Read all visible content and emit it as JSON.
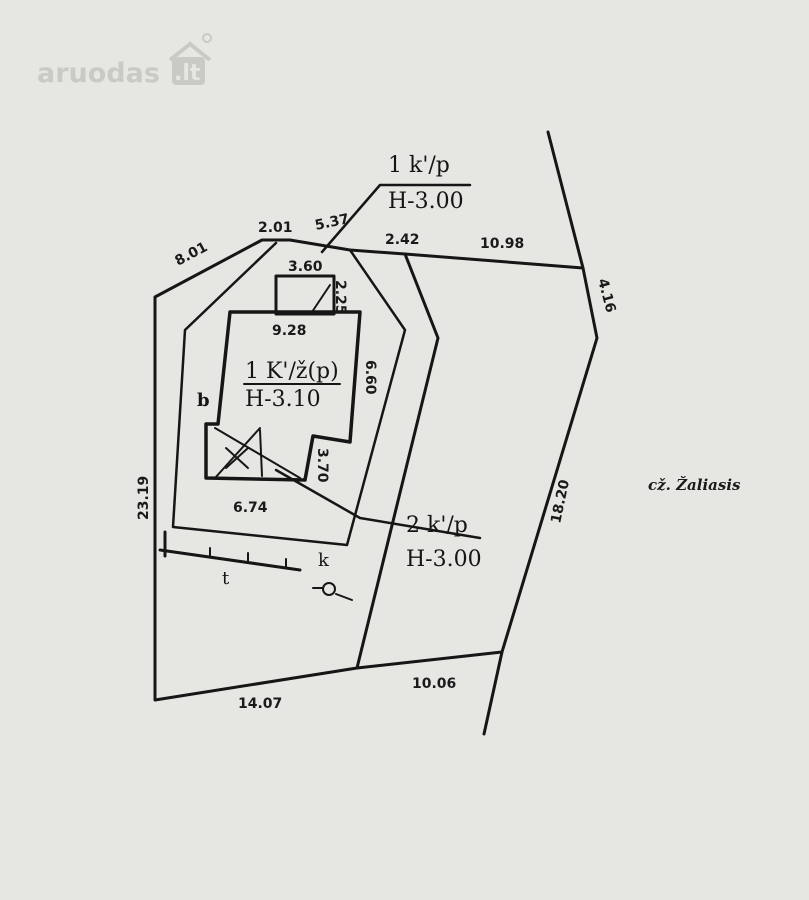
{
  "watermark": {
    "brand": "aruodas",
    "tld": ".lt"
  },
  "buildings": {
    "main": {
      "line1": "1 K'/ž(p)",
      "line2": "H-3.10"
    },
    "top": {
      "line1": "1 k'/p",
      "line2": "H-3.00"
    },
    "lower": {
      "line1": "2 k'/p",
      "line2": "H-3.00"
    }
  },
  "dimensions": {
    "d_801": "8.01",
    "d_201": "2.01",
    "d_537": "5.37",
    "d_242": "2.42",
    "d_1098": "10.98",
    "d_416": "4.16",
    "d_360": "3.60",
    "d_225": "2.25",
    "d_928": "9.28",
    "d_660": "6.60",
    "d_370": "3.70",
    "d_674": "6.74",
    "d_2319": "23.19",
    "d_1820": "18.20",
    "d_1407": "14.07",
    "d_1006": "10.06"
  },
  "markers": {
    "b": "b",
    "t": "t",
    "k": "k"
  },
  "street_label": "cž. Žaliasis"
}
